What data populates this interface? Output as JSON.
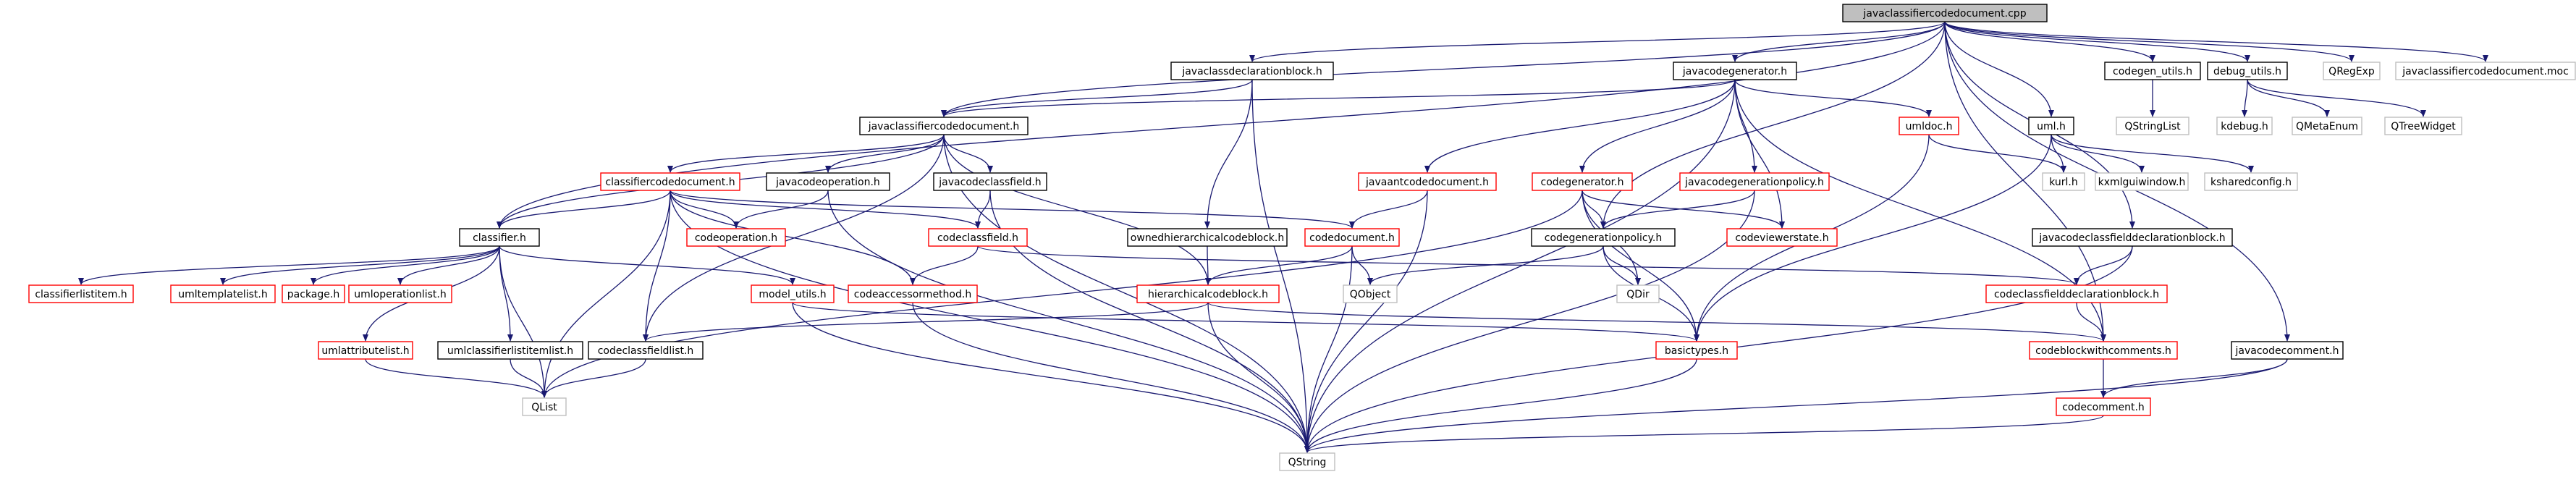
{
  "colors": {
    "include_edge": "#191970",
    "node_border": "#000000",
    "missing_node_border": "#ff0000",
    "system_node_border": "#bfbfbf",
    "root_fill": "#bfbfbf"
  },
  "nodes": [
    {
      "id": "root",
      "label": "javaclassifiercodedocument.cpp",
      "kind": "root"
    },
    {
      "id": "jcdb",
      "label": "javaclassdeclarationblock.h",
      "kind": "normal"
    },
    {
      "id": "jcg",
      "label": "javacodegenerator.h",
      "kind": "normal"
    },
    {
      "id": "cgutils",
      "label": "codegen_utils.h",
      "kind": "normal"
    },
    {
      "id": "dbgutils",
      "label": "debug_utils.h",
      "kind": "normal"
    },
    {
      "id": "qregexp",
      "label": "QRegExp",
      "kind": "system"
    },
    {
      "id": "jcdmoc",
      "label": "javaclassifiercodedocument.moc",
      "kind": "system"
    },
    {
      "id": "jcdh",
      "label": "javaclassifiercodedocument.h",
      "kind": "normal"
    },
    {
      "id": "umldoc",
      "label": "umldoc.h",
      "kind": "missing"
    },
    {
      "id": "umlh",
      "label": "uml.h",
      "kind": "normal"
    },
    {
      "id": "qstringlist",
      "label": "QStringList",
      "kind": "system"
    },
    {
      "id": "kdebug",
      "label": "kdebug.h",
      "kind": "system"
    },
    {
      "id": "qmetaenum",
      "label": "QMetaEnum",
      "kind": "system"
    },
    {
      "id": "qtreewidget",
      "label": "QTreeWidget",
      "kind": "system"
    },
    {
      "id": "jacd",
      "label": "javaantcodedocument.h",
      "kind": "missing"
    },
    {
      "id": "kurl",
      "label": "kurl.h",
      "kind": "system"
    },
    {
      "id": "kxml",
      "label": "kxmlguiwindow.h",
      "kind": "system"
    },
    {
      "id": "kshared",
      "label": "ksharedconfig.h",
      "kind": "system"
    },
    {
      "id": "ccd",
      "label": "classifiercodedocument.h",
      "kind": "missing"
    },
    {
      "id": "jco",
      "label": "javacodeoperation.h",
      "kind": "normal"
    },
    {
      "id": "jccf",
      "label": "javacodeclassfield.h",
      "kind": "normal"
    },
    {
      "id": "cg",
      "label": "codegenerator.h",
      "kind": "missing"
    },
    {
      "id": "jcgp",
      "label": "javacodegenerationpolicy.h",
      "kind": "missing"
    },
    {
      "id": "jcfdb",
      "label": "javacodeclassfielddeclarationblock.h",
      "kind": "normal"
    },
    {
      "id": "classifier",
      "label": "classifier.h",
      "kind": "normal"
    },
    {
      "id": "codeop",
      "label": "codeoperation.h",
      "kind": "missing"
    },
    {
      "id": "ccf",
      "label": "codeclassfield.h",
      "kind": "missing"
    },
    {
      "id": "ohcb",
      "label": "ownedhierarchicalcodeblock.h",
      "kind": "normal"
    },
    {
      "id": "codedoc",
      "label": "codedocument.h",
      "kind": "missing"
    },
    {
      "id": "cgp",
      "label": "codegenerationpolicy.h",
      "kind": "normal"
    },
    {
      "id": "cvs",
      "label": "codeviewerstate.h",
      "kind": "missing"
    },
    {
      "id": "cli",
      "label": "classifierlistitem.h",
      "kind": "missing"
    },
    {
      "id": "utl",
      "label": "umltemplatelist.h",
      "kind": "missing"
    },
    {
      "id": "pkg",
      "label": "package.h",
      "kind": "missing"
    },
    {
      "id": "uol",
      "label": "umloperationlist.h",
      "kind": "missing"
    },
    {
      "id": "mu",
      "label": "model_utils.h",
      "kind": "missing"
    },
    {
      "id": "cam",
      "label": "codeaccessormethod.h",
      "kind": "missing"
    },
    {
      "id": "hcb",
      "label": "hierarchicalcodeblock.h",
      "kind": "missing"
    },
    {
      "id": "qobject",
      "label": "QObject",
      "kind": "system"
    },
    {
      "id": "qdir",
      "label": "QDir",
      "kind": "system"
    },
    {
      "id": "ccfdb",
      "label": "codeclassfielddeclarationblock.h",
      "kind": "missing"
    },
    {
      "id": "ual",
      "label": "umlattributelist.h",
      "kind": "missing"
    },
    {
      "id": "ucli",
      "label": "umlclassifierlistitemlist.h",
      "kind": "normal"
    },
    {
      "id": "ccfl",
      "label": "codeclassfieldlist.h",
      "kind": "normal"
    },
    {
      "id": "bt",
      "label": "basictypes.h",
      "kind": "missing"
    },
    {
      "id": "cbwc",
      "label": "codeblockwithcomments.h",
      "kind": "missing"
    },
    {
      "id": "jcc",
      "label": "javacodecomment.h",
      "kind": "normal"
    },
    {
      "id": "qlist",
      "label": "QList",
      "kind": "system"
    },
    {
      "id": "cc",
      "label": "codecomment.h",
      "kind": "missing"
    },
    {
      "id": "qstring",
      "label": "QString",
      "kind": "system"
    }
  ],
  "edges": [
    [
      "root",
      "jcdb"
    ],
    [
      "root",
      "jcg"
    ],
    [
      "root",
      "cgutils"
    ],
    [
      "root",
      "dbgutils"
    ],
    [
      "root",
      "qregexp"
    ],
    [
      "root",
      "jcdmoc"
    ],
    [
      "root",
      "jcdh"
    ],
    [
      "root",
      "classifier"
    ],
    [
      "root",
      "umlh"
    ],
    [
      "root",
      "cgp"
    ],
    [
      "root",
      "jcfdb"
    ],
    [
      "root",
      "jcc"
    ],
    [
      "root",
      "cbwc"
    ],
    [
      "jcdb",
      "jcdh"
    ],
    [
      "jcdb",
      "ohcb"
    ],
    [
      "jcdb",
      "qstring"
    ],
    [
      "jcg",
      "jcdh"
    ],
    [
      "jcg",
      "umldoc"
    ],
    [
      "jcg",
      "jacd"
    ],
    [
      "jcg",
      "cg"
    ],
    [
      "jcg",
      "jcgp"
    ],
    [
      "jcg",
      "cvs"
    ],
    [
      "jcg",
      "cbwc"
    ],
    [
      "jcg",
      "qstring"
    ],
    [
      "cgutils",
      "qstringlist"
    ],
    [
      "dbgutils",
      "kdebug"
    ],
    [
      "dbgutils",
      "qmetaenum"
    ],
    [
      "dbgutils",
      "qtreewidget"
    ],
    [
      "jcdh",
      "ccd"
    ],
    [
      "jcdh",
      "jco"
    ],
    [
      "jcdh",
      "jccf"
    ],
    [
      "jcdh",
      "classifier"
    ],
    [
      "jcdh",
      "hcb"
    ],
    [
      "jcdh",
      "ccfl"
    ],
    [
      "jcdh",
      "qstring"
    ],
    [
      "umldoc",
      "kurl"
    ],
    [
      "umldoc",
      "bt"
    ],
    [
      "umlh",
      "kurl"
    ],
    [
      "umlh",
      "kxml"
    ],
    [
      "umlh",
      "kshared"
    ],
    [
      "umlh",
      "bt"
    ],
    [
      "jacd",
      "codedoc"
    ],
    [
      "jacd",
      "qstring"
    ],
    [
      "ccd",
      "classifier"
    ],
    [
      "ccd",
      "codeop"
    ],
    [
      "ccd",
      "ccf"
    ],
    [
      "ccd",
      "codedoc"
    ],
    [
      "ccd",
      "cam"
    ],
    [
      "ccd",
      "ccfl"
    ],
    [
      "ccd",
      "qlist"
    ],
    [
      "ccd",
      "qstring"
    ],
    [
      "jco",
      "codeop"
    ],
    [
      "jco",
      "qstring"
    ],
    [
      "jccf",
      "ccf"
    ],
    [
      "jccf",
      "qstring"
    ],
    [
      "cg",
      "cgp"
    ],
    [
      "cg",
      "cvs"
    ],
    [
      "cg",
      "qdir"
    ],
    [
      "cg",
      "bt"
    ],
    [
      "cg",
      "qlist"
    ],
    [
      "jcgp",
      "cgp"
    ],
    [
      "jcgp",
      "qstring"
    ],
    [
      "jcfdb",
      "ccfdb"
    ],
    [
      "jcfdb",
      "qstring"
    ],
    [
      "classifier",
      "cli"
    ],
    [
      "classifier",
      "utl"
    ],
    [
      "classifier",
      "pkg"
    ],
    [
      "classifier",
      "uol"
    ],
    [
      "classifier",
      "mu"
    ],
    [
      "classifier",
      "ual"
    ],
    [
      "classifier",
      "ucli"
    ],
    [
      "classifier",
      "qlist"
    ],
    [
      "ccf",
      "cam"
    ],
    [
      "ccf",
      "ccfdb"
    ],
    [
      "ohcb",
      "hcb"
    ],
    [
      "codedoc",
      "hcb"
    ],
    [
      "codedoc",
      "qobject"
    ],
    [
      "codedoc",
      "qstring"
    ],
    [
      "cgp",
      "qobject"
    ],
    [
      "cgp",
      "qdir"
    ],
    [
      "cgp",
      "bt"
    ],
    [
      "mu",
      "bt"
    ],
    [
      "mu",
      "qstring"
    ],
    [
      "cam",
      "qstring"
    ],
    [
      "hcb",
      "ccfl"
    ],
    [
      "hcb",
      "cbwc"
    ],
    [
      "hcb",
      "qstring"
    ],
    [
      "ccfdb",
      "cbwc"
    ],
    [
      "ual",
      "qlist"
    ],
    [
      "ucli",
      "qlist"
    ],
    [
      "ccfl",
      "qlist"
    ],
    [
      "bt",
      "qstring"
    ],
    [
      "cbwc",
      "cc"
    ],
    [
      "jcc",
      "cc"
    ],
    [
      "jcc",
      "qstring"
    ],
    [
      "cc",
      "qstring"
    ]
  ]
}
